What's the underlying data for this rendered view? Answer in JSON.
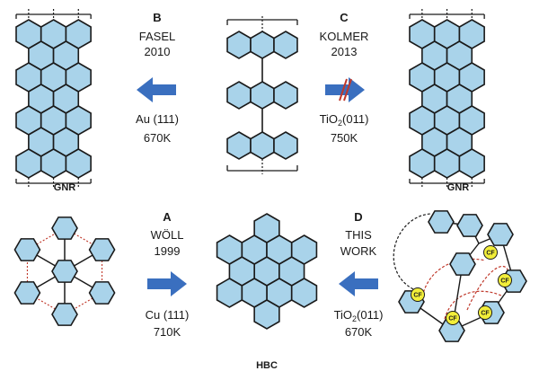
{
  "reactions": {
    "B": {
      "letter": "B",
      "author": "FASEL",
      "year": "2010",
      "substrate": "Au (111)",
      "temperature": "670K"
    },
    "C": {
      "letter": "C",
      "author": "KOLMER",
      "year": "2013",
      "substrate_main": "TiO",
      "substrate_sub": "2",
      "substrate_rest": "(011)",
      "temperature": "750K"
    },
    "A": {
      "letter": "A",
      "author": "WÖLL",
      "year": "1999",
      "substrate": "Cu (111)",
      "temperature": "710K"
    },
    "D": {
      "letter": "D",
      "author_line1": "THIS",
      "author_line2": "WORK",
      "substrate_main": "TiO",
      "substrate_sub": "2",
      "substrate_rest": "(011)",
      "temperature": "670K"
    }
  },
  "labels": {
    "gnr_left": "GNR",
    "gnr_right": "GNR",
    "hbc": "HBC",
    "cf": "CF"
  },
  "colors": {
    "ring_fill": "#a9d3ea",
    "arrow": "#3a6fbf",
    "cf_badge": "#f2ee3a",
    "dashed_red": "#c0392b"
  },
  "icons": {
    "arrow_left": "arrow-left-icon",
    "arrow_right": "arrow-right-icon",
    "arrow_blocked": "blocked-arrow-icon"
  }
}
